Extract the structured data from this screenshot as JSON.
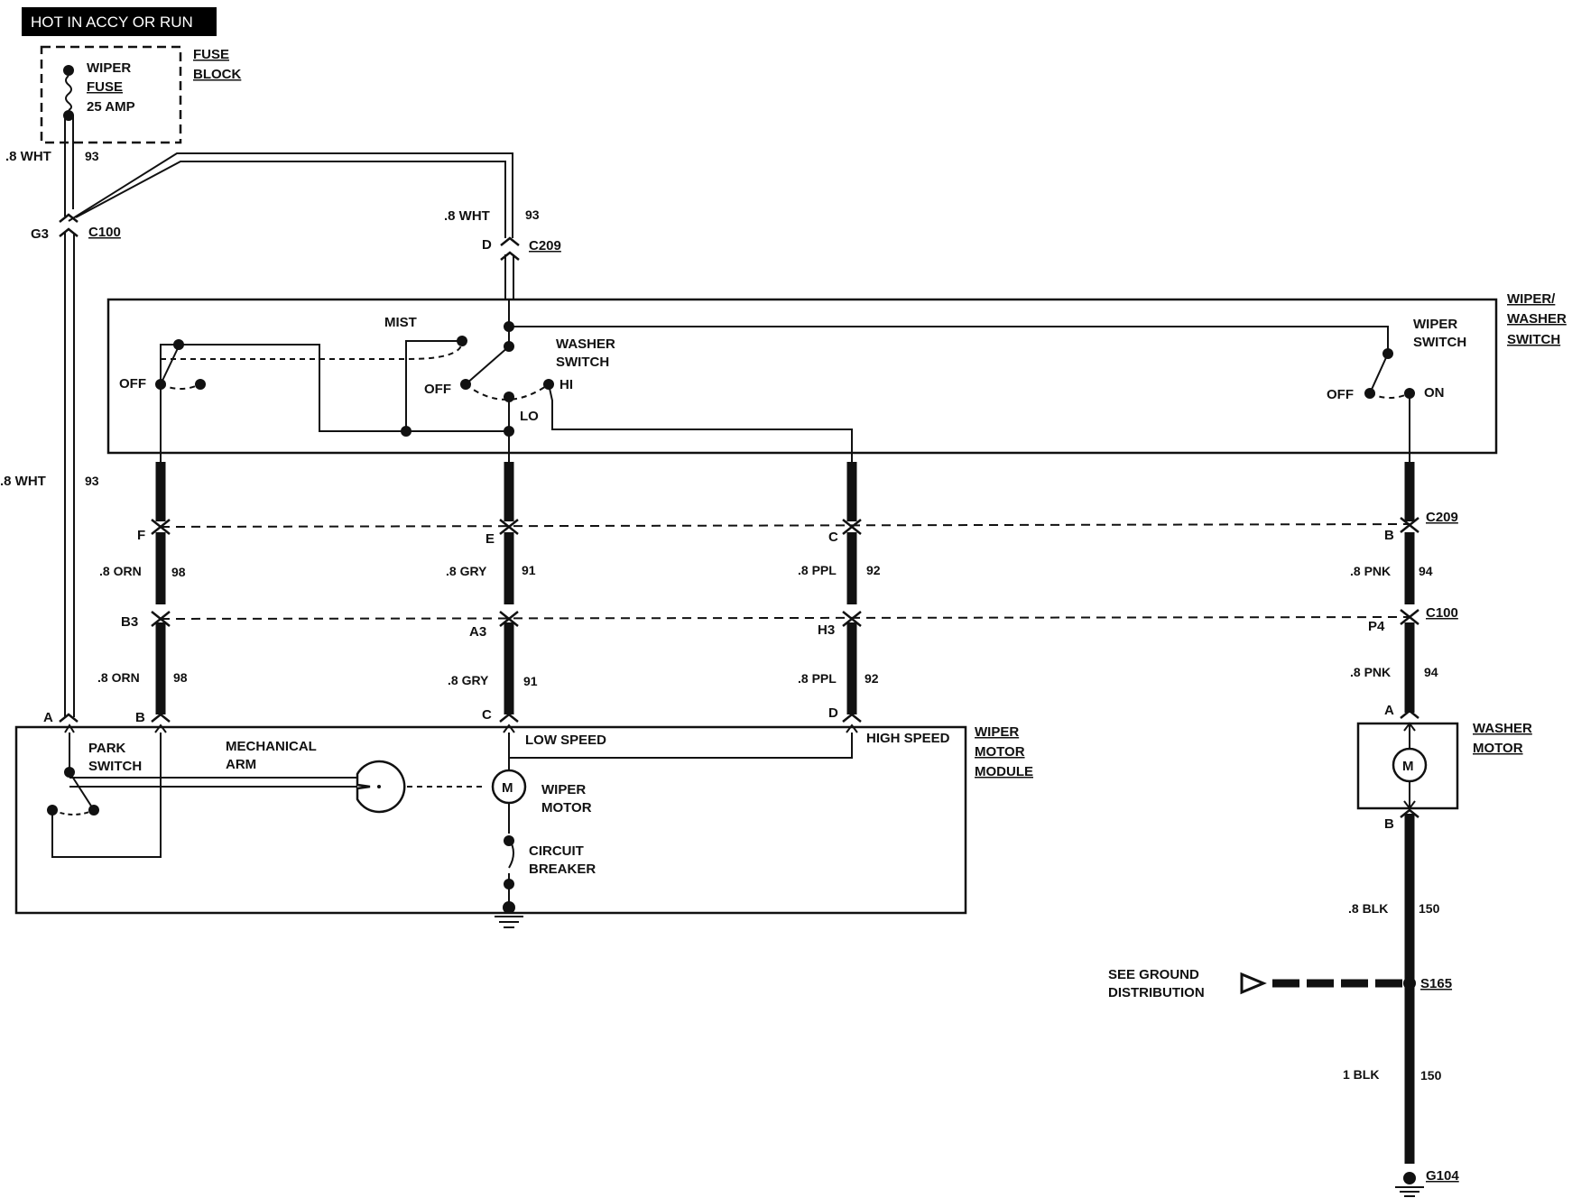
{
  "header": {
    "title": "HOT IN ACCY OR RUN"
  },
  "fuse_block": {
    "title_line1": "FUSE",
    "title_line2": "BLOCK",
    "fuse_line1": "WIPER",
    "fuse_line2": "FUSE",
    "fuse_line3": "25 AMP"
  },
  "wires": {
    "wht_top_left": ".8 WHT",
    "wht_top_left_num": "93",
    "wht_c209": ".8 WHT",
    "wht_c209_num": "93",
    "wht_mid": ".8 WHT",
    "wht_mid_num": "93",
    "orn_upper": ".8 ORN",
    "orn_upper_num": "98",
    "orn_lower": ".8 ORN",
    "orn_lower_num": "98",
    "gry_upper": ".8 GRY",
    "gry_upper_num": "91",
    "gry_lower": ".8 GRY",
    "gry_lower_num": "91",
    "ppl_upper": ".8 PPL",
    "ppl_upper_num": "92",
    "ppl_lower": ".8 PPL",
    "ppl_lower_num": "92",
    "pnk_upper": ".8 PNK",
    "pnk_upper_num": "94",
    "pnk_lower": ".8 PNK",
    "pnk_lower_num": "94",
    "blk_upper": ".8 BLK",
    "blk_upper_num": "150",
    "blk_lower": "1 BLK",
    "blk_lower_num": "150"
  },
  "connectors": {
    "c100_top": "C100",
    "c100_top_pin": "G3",
    "c209_top": "C209",
    "c209_top_pin": "D",
    "c209_row": "C209",
    "c100_row": "C100",
    "pin_f": "F",
    "pin_e": "E",
    "pin_c": "C",
    "pin_b": "B",
    "pin_b3": "B3",
    "pin_a3": "A3",
    "pin_h3": "H3",
    "pin_p4": "P4",
    "mod_a": "A",
    "mod_b": "B",
    "mod_c": "C",
    "mod_d": "D",
    "wm_a": "A",
    "wm_b": "B"
  },
  "switch_panel": {
    "title_line1": "WIPER/",
    "title_line2": "WASHER",
    "title_line3": "SWITCH",
    "mist": "MIST",
    "off_left": "OFF",
    "washer_line1": "WASHER",
    "washer_line2": "SWITCH",
    "off_center": "OFF",
    "hi": "HI",
    "lo": "LO",
    "wiper_switch_line1": "WIPER",
    "wiper_switch_line2": "SWITCH",
    "off_right": "OFF",
    "on": "ON"
  },
  "motor_module": {
    "title_line1": "WIPER",
    "title_line2": "MOTOR",
    "title_line3": "MODULE",
    "park_line1": "PARK",
    "park_line2": "SWITCH",
    "arm_line1": "MECHANICAL",
    "arm_line2": "ARM",
    "low_speed": "LOW SPEED",
    "high_speed": "HIGH SPEED",
    "motor_line1": "WIPER",
    "motor_line2": "MOTOR",
    "breaker_line1": "CIRCUIT",
    "breaker_line2": "BREAKER",
    "motor_symbol": "M"
  },
  "washer_motor": {
    "title_line1": "WASHER",
    "title_line2": "MOTOR",
    "motor_symbol": "M"
  },
  "ground": {
    "see_line1": "SEE GROUND",
    "see_line2": "DISTRIBUTION",
    "splice": "S165",
    "ground_id": "G104"
  }
}
